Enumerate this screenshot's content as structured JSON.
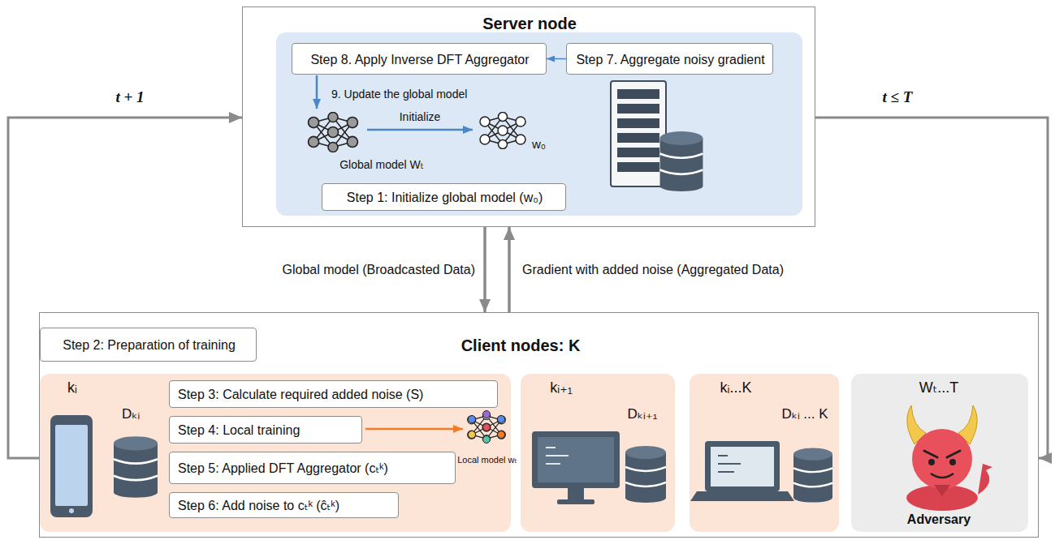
{
  "diagram": {
    "nodes": [
      {
        "text": [
          "Server node"
        ]
      },
      {
        "text": [
          "Step 8. Apply Inverse DFT Aggregator"
        ],
        "in": 0
      },
      {
        "text": [
          "Step 7. Aggregate noisy gradient"
        ],
        "in": 0
      },
      {
        "text": [
          "Step 1: Initialize global model (w₀)"
        ],
        "in": 0
      },
      {
        "text": [
          "Client nodes: K"
        ]
      },
      {
        "text": [
          "Step 2: Preparation of training"
        ],
        "in": 4
      },
      {
        "text": [
          "kᵢ",
          "Dₖᵢ"
        ],
        "in": 4
      },
      {
        "text": [
          "Step 3: Calculate required added noise (S)"
        ],
        "in": 6
      },
      {
        "text": [
          "Step 4: Local training"
        ],
        "in": 6
      },
      {
        "text": [
          "Step 5: Applied DFT Aggregator (cₜᵏ)"
        ],
        "in": 6
      },
      {
        "text": [
          "Step 6: Add noise to cₜᵏ (ĉₜᵏ)"
        ],
        "in": 6
      },
      {
        "text": [
          "kᵢ₊₁",
          "Dₖᵢ₊₁"
        ],
        "in": 4
      },
      {
        "text": [
          "kᵢ...K",
          "Dₖᵢ ... K"
        ],
        "in": 4
      },
      {
        "text": [
          "Wₜ...T",
          "Adversary"
        ],
        "in": 4
      }
    ],
    "edges": [
      {
        "from": 2,
        "to": 1,
        "arrow": "to"
      },
      {
        "from": 0,
        "to": 4,
        "label": "Global model (Broadcasted Data)",
        "arrow": "to"
      },
      {
        "from": 4,
        "to": 0,
        "label": "Gradient with added noise (Aggregated Data)",
        "arrow": "to"
      },
      {
        "from": 4,
        "to": 0,
        "label": "t + 1",
        "arrow": "to"
      },
      {
        "from": 0,
        "to": 4,
        "label": "t ≤ T",
        "arrow": "to"
      }
    ],
    "labels": [
      "9. Update the global model",
      "Initialize",
      "Global model Wₜ",
      "w₀",
      "Local model wₜ"
    ]
  }
}
